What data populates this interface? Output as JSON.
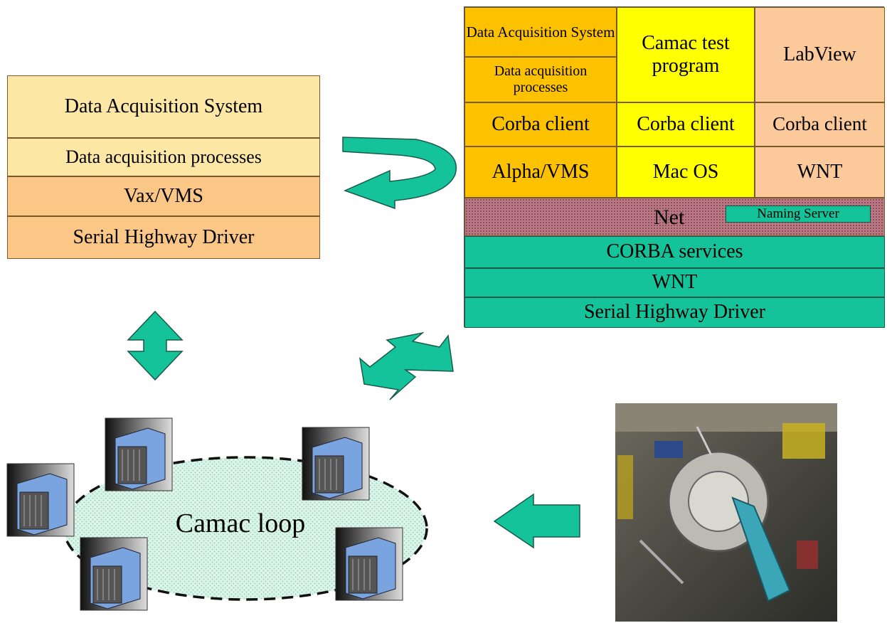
{
  "left_stack": {
    "das": "Data Acquisition System",
    "dap": "Data acquisition processes",
    "os": "Vax/VMS",
    "driver": "Serial Highway Driver"
  },
  "right_stack": {
    "col1_das": "Data Acquisition System",
    "col1_dap": "Data acquisition processes",
    "col2_app": "Camac test program",
    "col3_app": "LabView",
    "client": "Corba client",
    "col1_os": "Alpha/VMS",
    "col2_os": "Mac OS",
    "col3_os": "WNT",
    "net": "Net",
    "naming": "Naming Server",
    "corba_services": "CORBA services",
    "wnt": "WNT",
    "driver": "Serial Highway Driver"
  },
  "camac": {
    "loop_label": "Camac loop"
  },
  "colors": {
    "teal": "#14c39a",
    "orange": "#fcc200",
    "yellow": "#ffff00",
    "peach": "#fcc99b",
    "pale": "#fde7a4"
  }
}
